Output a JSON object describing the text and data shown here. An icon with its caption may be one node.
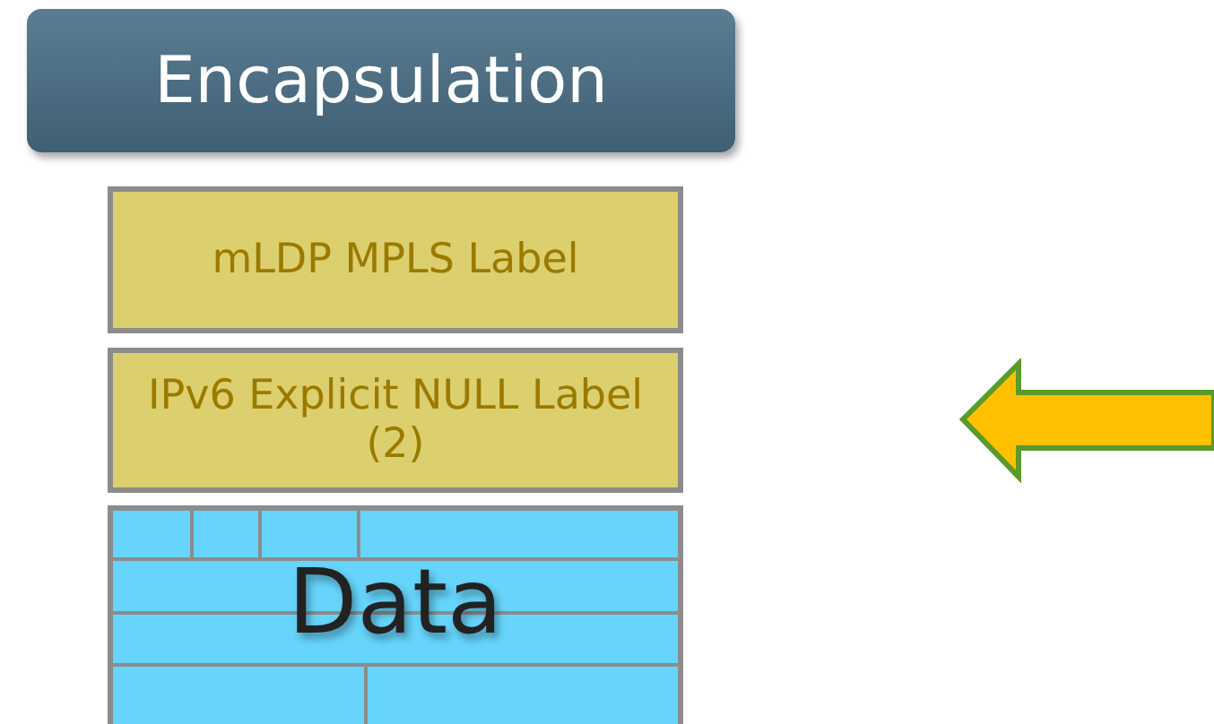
{
  "diagram": {
    "nodes": [
      {
        "text": [
          "Encapsulation"
        ]
      },
      {
        "text": [
          "mLDP MPLS Label"
        ]
      },
      {
        "text": [
          "IPv6 Explicit NULL Label (2)"
        ]
      },
      {
        "text": [
          "Data"
        ]
      }
    ]
  }
}
